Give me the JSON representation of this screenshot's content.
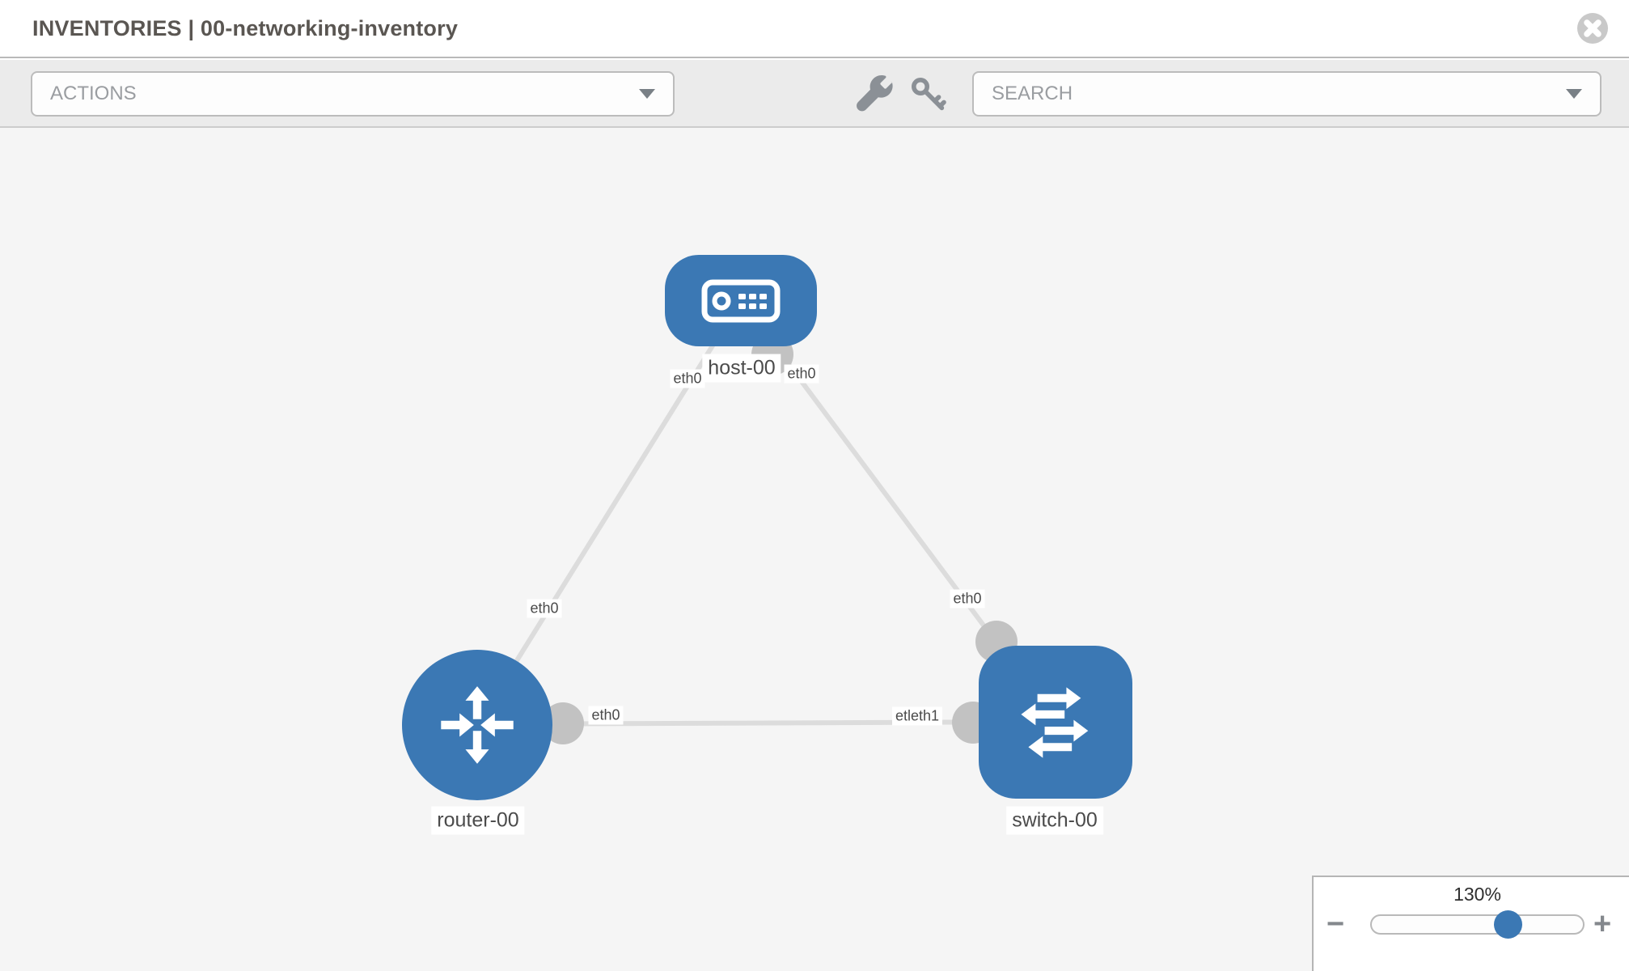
{
  "header": {
    "title": "INVENTORIES | 00-networking-inventory"
  },
  "toolbar": {
    "actions_label": "ACTIONS",
    "search_label": "SEARCH",
    "icons": [
      "wrench-icon",
      "key-icon"
    ]
  },
  "topology": {
    "nodes": [
      {
        "label": "host-00",
        "type": "host"
      },
      {
        "label": "router-00",
        "type": "router"
      },
      {
        "label": "switch-00",
        "type": "switch"
      }
    ],
    "links": [
      {
        "from": "host-00",
        "to": "router-00"
      },
      {
        "from": "host-00",
        "to": "switch-00"
      },
      {
        "from": "router-00",
        "to": "switch-00"
      }
    ],
    "interface_labels": {
      "host_router_host_end": "eth0",
      "host_router_router_end": "eth0",
      "host_switch_host_end": "eth0",
      "host_switch_switch_end": "eth0",
      "router_switch_router_end": "eth0",
      "router_switch_switch_end": "etleth1"
    }
  },
  "zoom": {
    "level": "130%",
    "minus_glyph": "−",
    "plus_glyph": "+"
  },
  "colors": {
    "node_blue": "#3b78b4",
    "link_gray": "#dcdcdc",
    "port_gray": "#c2c2c2",
    "canvas_bg": "#f5f5f5",
    "toolbar_bg": "#ebebeb"
  }
}
